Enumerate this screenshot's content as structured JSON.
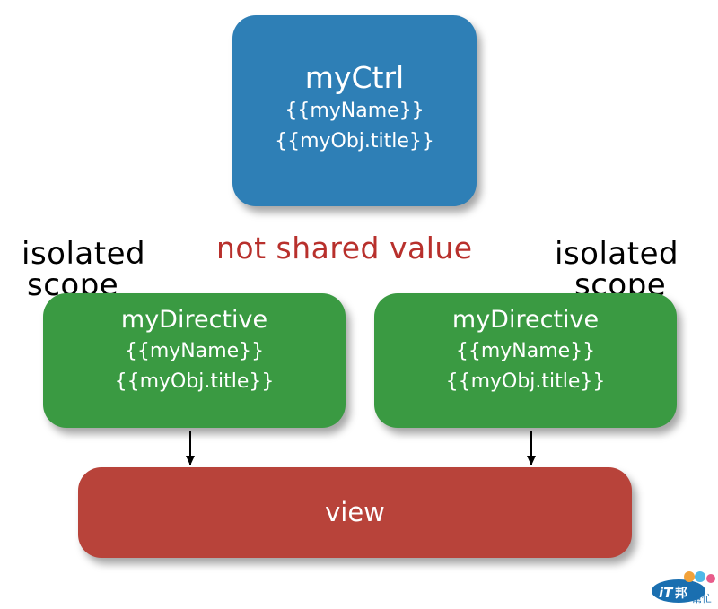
{
  "controller": {
    "title": "myCtrl",
    "lines": [
      "{{myName}}",
      "{{myObj.title}}"
    ]
  },
  "directives": [
    {
      "title": "myDirective",
      "lines": [
        "{{myName}}",
        "{{myObj.title}}"
      ]
    },
    {
      "title": "myDirective",
      "lines": [
        "{{myName}}",
        "{{myObj.title}}"
      ]
    }
  ],
  "view": {
    "title": "view"
  },
  "scope_labels": [
    {
      "line1": "isolated",
      "line2": "scope"
    },
    {
      "line1": "isolated",
      "line2": "scope"
    }
  ],
  "center_label": "not shared value",
  "watermark": {
    "text1": "iT",
    "text2": "邦",
    "text3": "幫忙"
  },
  "colors": {
    "controller": "#2e7fb6",
    "directive": "#3a9a42",
    "view": "#b8433a",
    "center_label": "#b8302c"
  }
}
